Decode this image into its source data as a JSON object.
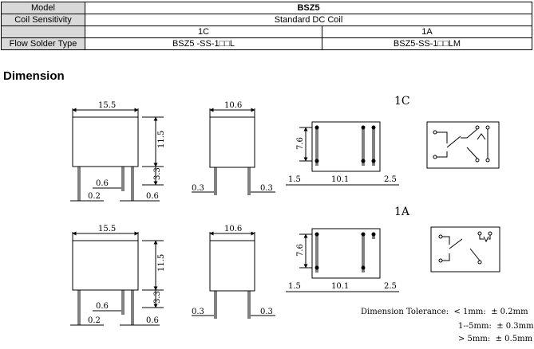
{
  "table": {
    "model_label": "Model",
    "model_value": "BSZ5",
    "coil_label": "Coil Sensitivity",
    "coil_value": "Standard DC Coil",
    "form_1c": "1C",
    "form_1a": "1A",
    "solder_label": "Flow Solder Type",
    "solder_1c": "BSZ5 -SS-1□□L",
    "solder_1a": "BSZ5-SS-1□□LM"
  },
  "section_title": "Dimension",
  "drawings": {
    "title_1c": "1C",
    "title_1a": "1A",
    "front_width": "15.5",
    "front_height": "11.5",
    "pin_length": "3.3",
    "pin_gap": "0.6",
    "pin_width_left": "0.2",
    "pin_width_right": "0.6",
    "side_width": "10.6",
    "side_pin_left": "0.3",
    "side_pin_right": "0.3",
    "pcb_height": "7.6",
    "pcb_left": "1.5",
    "pcb_middle": "10.1",
    "pcb_right": "2.5"
  },
  "tolerance": {
    "label": "Dimension Tolerance:",
    "row1_range": "< 1mm:",
    "row1_value": "± 0.2mm",
    "row2_range": "1--5mm:",
    "row2_value": "± 0.3mm",
    "row3_range": "> 5mm:",
    "row3_value": "± 0.5mm"
  }
}
